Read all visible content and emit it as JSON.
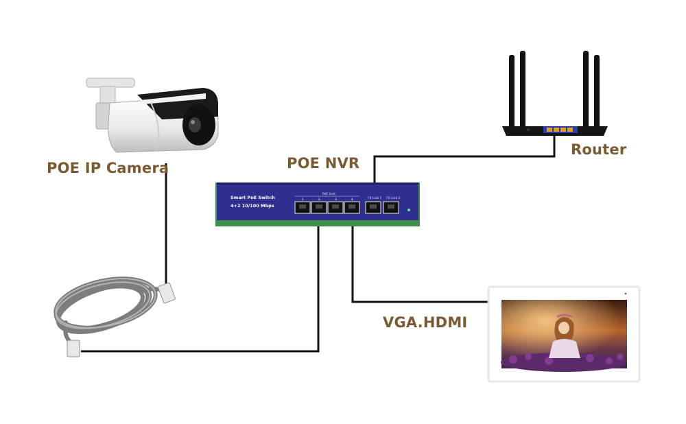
{
  "colors": {
    "label": "#7a5a33",
    "wire": "#111111",
    "switch_body": "#2f2f8f",
    "switch_trim": "#3f8f4a"
  },
  "labels": {
    "camera": "POE IP Camera",
    "nvr": "POE NVR",
    "router": "Router",
    "video_out": "VGA.HDMI"
  },
  "switch": {
    "title": "Smart PoE Switch",
    "subtitle": "4+2 10/100 Mbps",
    "poe_group": "PoE Link",
    "uplink_1": "FE Link 1",
    "uplink_2": "FE Link 2",
    "port_numbers": [
      "1",
      "2",
      "3",
      "4"
    ]
  },
  "icons": [
    "camera-icon",
    "router-icon",
    "switch-icon",
    "ethernet-cable-icon",
    "monitor-icon"
  ]
}
